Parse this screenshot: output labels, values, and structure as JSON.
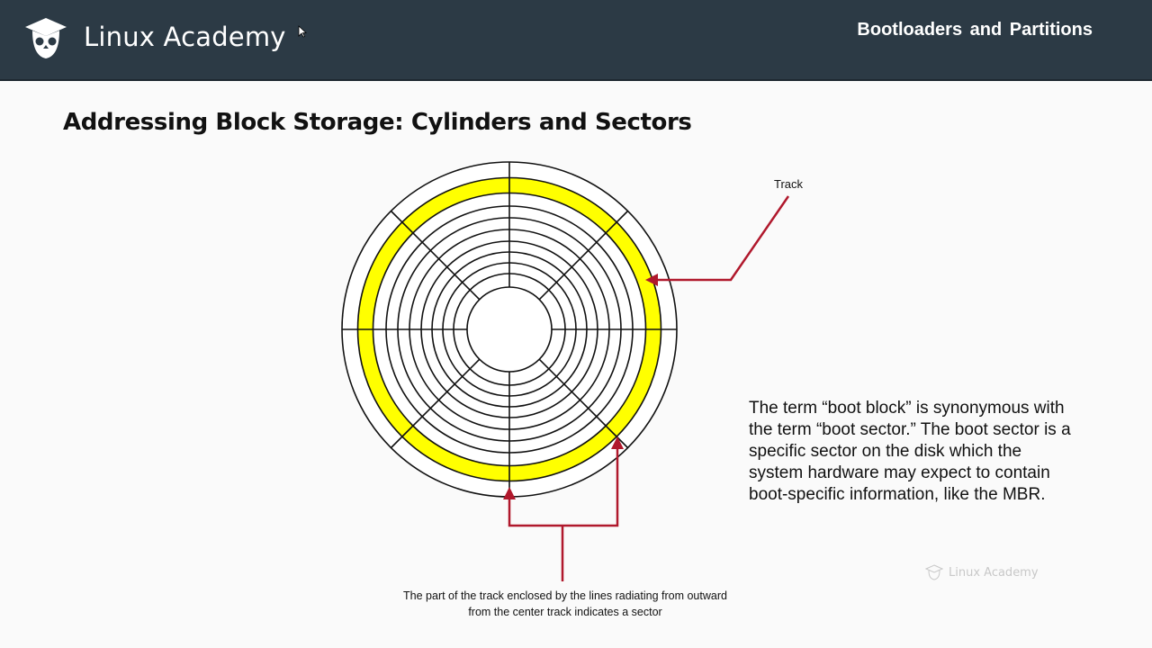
{
  "header": {
    "brand": "Linux Academy",
    "deck_title": "Bootloaders and Partitions"
  },
  "slide": {
    "title": "Addressing Block Storage: Cylinders and Sectors",
    "track_label": "Track",
    "sector_caption": "The part of the track enclosed by the lines radiating from outward from the center track indicates a sector",
    "body": "The term “boot block” is synonymous with the term “boot sector.” The boot sector is a specific sector on the disk which the system hardware may expect to contain boot-specific information, like the MBR."
  },
  "watermark": {
    "text": "Linux Academy"
  },
  "colors": {
    "header_bg": "#2c3a45",
    "highlight_track": "#ffff00",
    "arrow": "#b0182c"
  },
  "icons": {
    "logo": "owl-logo-icon",
    "cursor": "mouse-cursor-icon"
  }
}
